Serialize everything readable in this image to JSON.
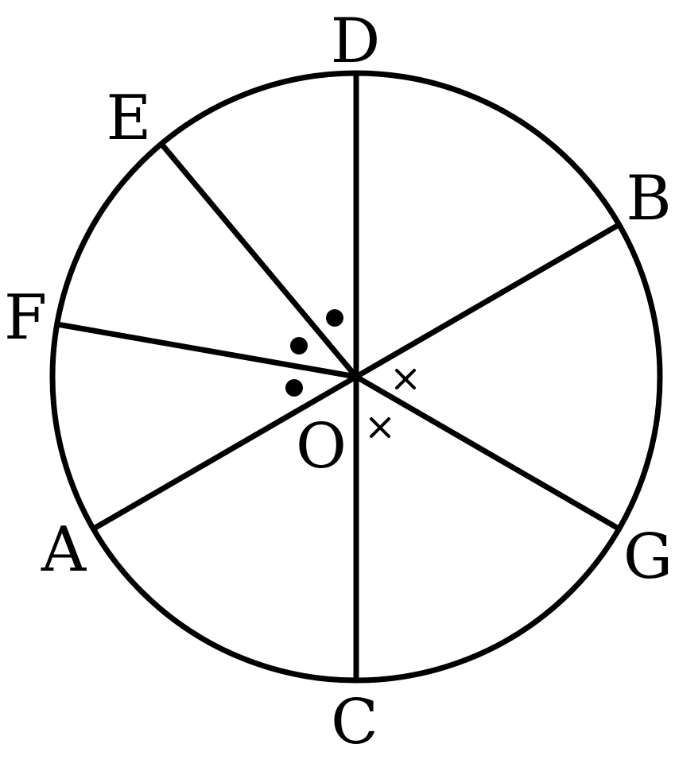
{
  "diagram": {
    "labels": {
      "A": "A",
      "B": "B",
      "C": "C",
      "D": "D",
      "E": "E",
      "F": "F",
      "G": "G",
      "O": "O"
    },
    "angle_marks": {
      "dots": 3,
      "crosses": 2
    }
  }
}
